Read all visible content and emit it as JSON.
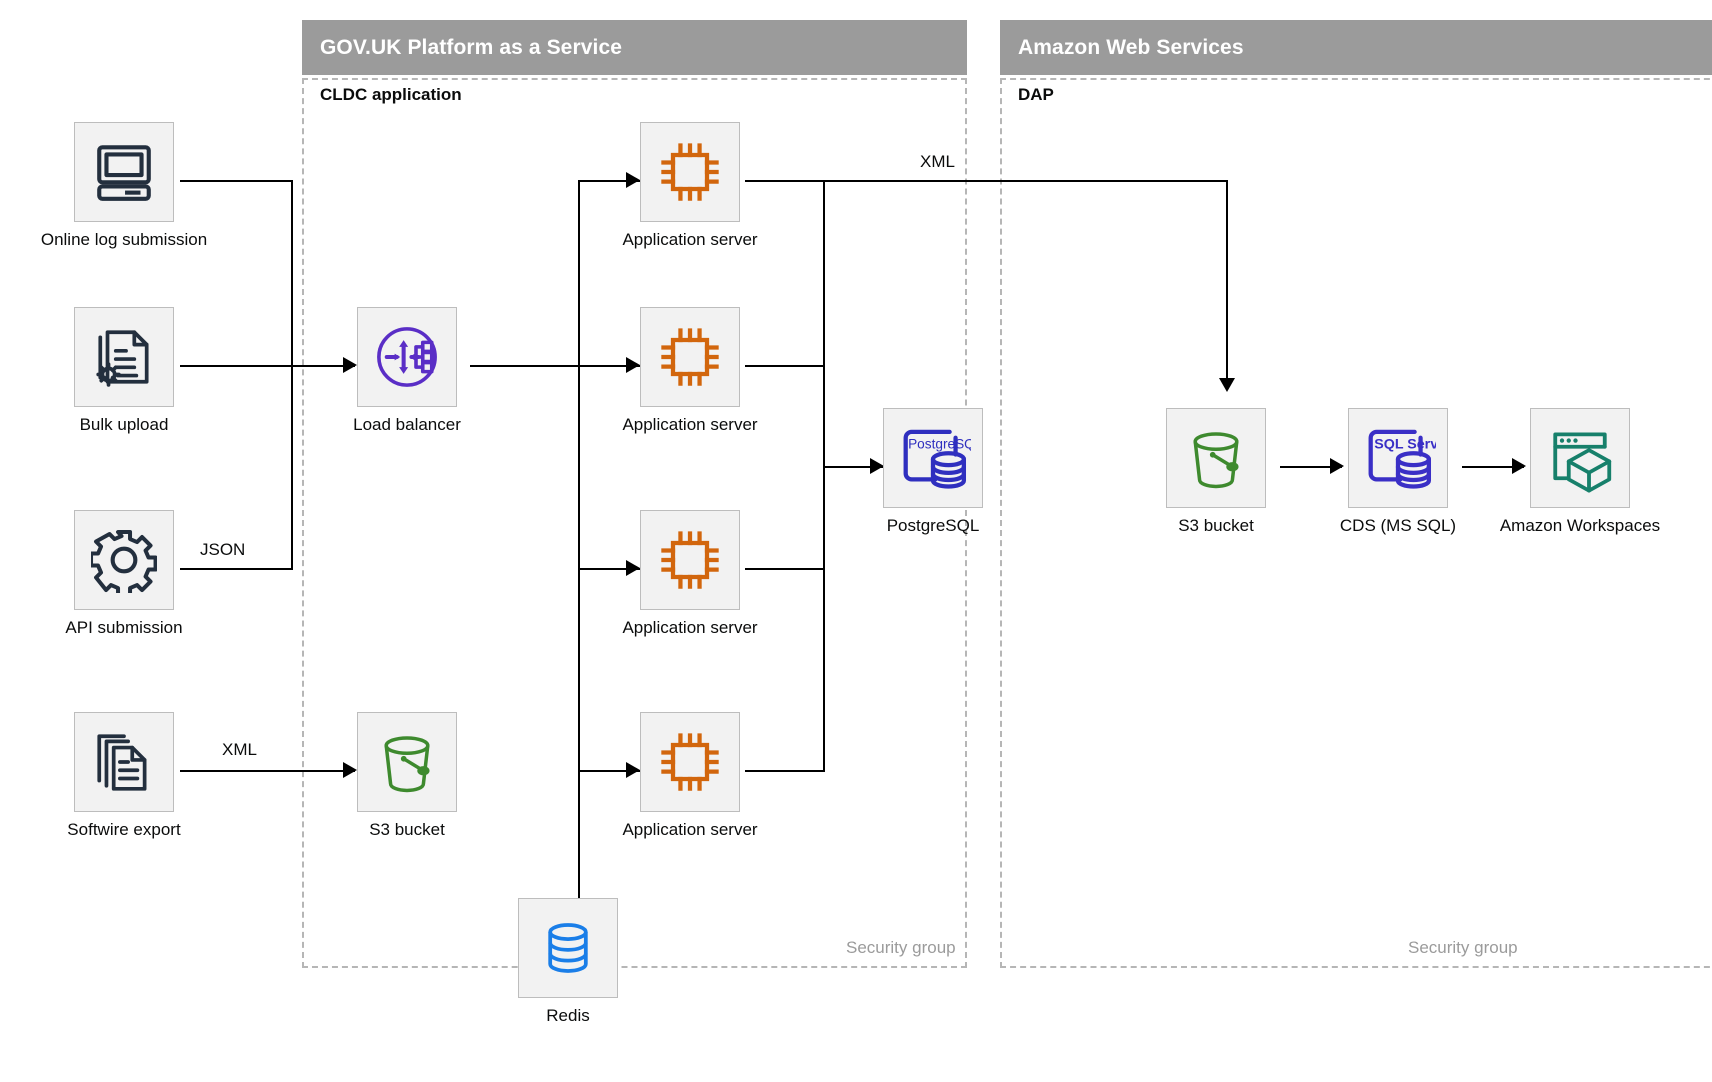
{
  "groups": [
    {
      "name": "paas",
      "title": "GOV.UK Platform as a Service",
      "inner_title": "CLDC application",
      "security_label": "Security group"
    },
    {
      "name": "aws",
      "title": "Amazon Web Services",
      "inner_title": "DAP",
      "security_label": "Security group"
    }
  ],
  "nodes": [
    {
      "id": "online-log-submission",
      "label": "Online log submission",
      "icon": "desktop-computer-icon"
    },
    {
      "id": "bulk-upload",
      "label": "Bulk upload",
      "icon": "document-gear-icon"
    },
    {
      "id": "api-submission",
      "label": "API submission",
      "icon": "gear-icon"
    },
    {
      "id": "softwire-export",
      "label": "Softwire export",
      "icon": "documents-stack-icon"
    },
    {
      "id": "load-balancer",
      "label": "Load balancer",
      "icon": "load-balancer-icon"
    },
    {
      "id": "app-server-1",
      "label": "Application server",
      "icon": "cpu-chip-icon"
    },
    {
      "id": "app-server-2",
      "label": "Application server",
      "icon": "cpu-chip-icon"
    },
    {
      "id": "app-server-3",
      "label": "Application server",
      "icon": "cpu-chip-icon"
    },
    {
      "id": "app-server-4",
      "label": "Application server",
      "icon": "cpu-chip-icon"
    },
    {
      "id": "postgresql",
      "label": "PostgreSQL",
      "icon": "postgresql-icon",
      "badge": "PostgreSQL"
    },
    {
      "id": "paas-s3-bucket",
      "label": "S3 bucket",
      "icon": "s3-bucket-icon"
    },
    {
      "id": "redis",
      "label": "Redis",
      "icon": "redis-database-icon"
    },
    {
      "id": "aws-s3-bucket",
      "label": "S3 bucket",
      "icon": "s3-bucket-icon"
    },
    {
      "id": "cds-ms-sql",
      "label": "CDS (MS SQL)",
      "icon": "sql-server-icon",
      "badge": "SQL Server"
    },
    {
      "id": "amazon-workspaces",
      "label": "Amazon Workspaces",
      "icon": "amazon-workspaces-icon"
    }
  ],
  "edge_labels": [
    {
      "id": "json-label",
      "text": "JSON"
    },
    {
      "id": "xml-in-label",
      "text": "XML"
    },
    {
      "id": "xml-out-label",
      "text": "XML"
    }
  ],
  "colors": {
    "header_band": "#9b9b9b",
    "tile_fill": "#f2f2f2",
    "tile_border": "#bdbdbd",
    "dashed_border": "#b6b6b6",
    "icon_navy": "#232f3e",
    "icon_purple": "#5a2ec6",
    "icon_orange": "#d2660d",
    "icon_green": "#3e8a2e",
    "icon_blue": "#1a7ee8",
    "icon_postgres_blue": "#2f2fbf",
    "icon_teal": "#17806b",
    "line": "#000000",
    "muted_text": "#9b9b9b"
  }
}
